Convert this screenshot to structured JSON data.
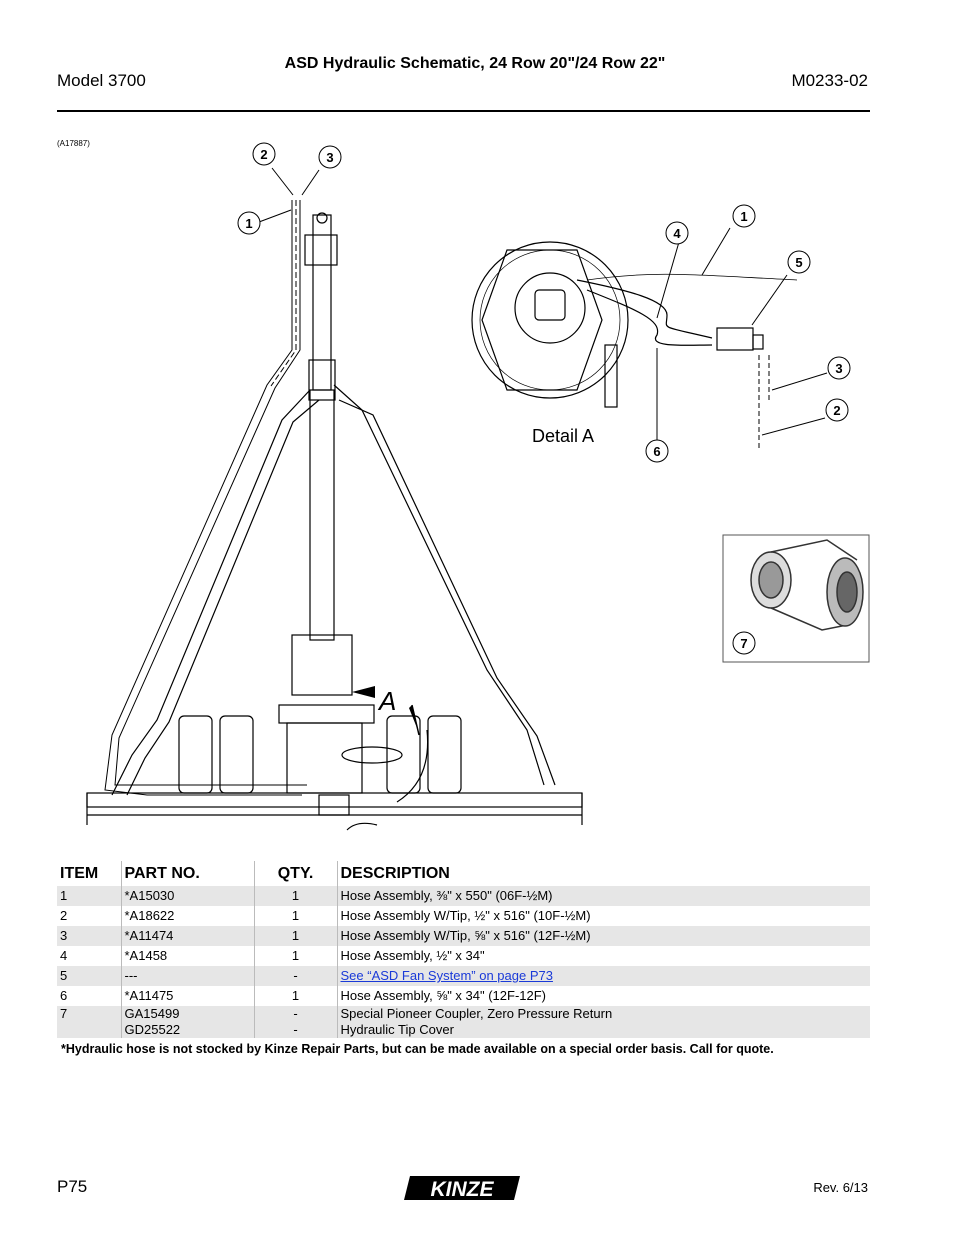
{
  "header": {
    "model": "Model 3700",
    "title": "ASD Hydraulic Schematic, 24 Row 20\"/24 Row 22\"",
    "doc_number": "M0233-02"
  },
  "figure": {
    "id": "(A17887)",
    "detail_label": "Detail A",
    "view_letter": "A",
    "callouts_main": [
      "2",
      "3",
      "1"
    ],
    "callouts_detail": [
      "1",
      "4",
      "5",
      "3",
      "2",
      "6"
    ],
    "callout_inset": "7"
  },
  "parts_table": {
    "headers": [
      "ITEM",
      "PART NO.",
      "QTY.",
      "DESCRIPTION"
    ],
    "rows": [
      {
        "item": "1",
        "part": "*A15030",
        "qty": "1",
        "desc": "Hose Assembly, ⅜\" x 550\" (06F-½M)"
      },
      {
        "item": "2",
        "part": "*A18622",
        "qty": "1",
        "desc": "Hose Assembly W/Tip, ½\" x 516\" (10F-½M)"
      },
      {
        "item": "3",
        "part": "*A11474",
        "qty": "1",
        "desc": "Hose Assembly W/Tip, ⅝\" x 516\" (12F-½M)"
      },
      {
        "item": "4",
        "part": "*A1458",
        "qty": "1",
        "desc": "Hose Assembly, ½\" x 34\""
      },
      {
        "item": "5",
        "part": "---",
        "qty": "-",
        "desc": "See “ASD Fan System” on page P73"
      },
      {
        "item": "6",
        "part": "*A11475",
        "qty": "1",
        "desc": "Hose Assembly, ⅝\" x 34\" (12F-12F)"
      },
      {
        "item": "7",
        "part": "GA15499",
        "part2": "GD25522",
        "qty": "-",
        "qty2": "-",
        "desc": "Special Pioneer Coupler, Zero Pressure Return",
        "desc2": "Hydraulic Tip Cover"
      }
    ]
  },
  "note": "*Hydraulic hose is not stocked by Kinze Repair Parts, but can be made available on a special order basis.  Call for quote.",
  "footer": {
    "page": "P75",
    "logo": "KINZE",
    "revision": "Rev. 6/13"
  }
}
